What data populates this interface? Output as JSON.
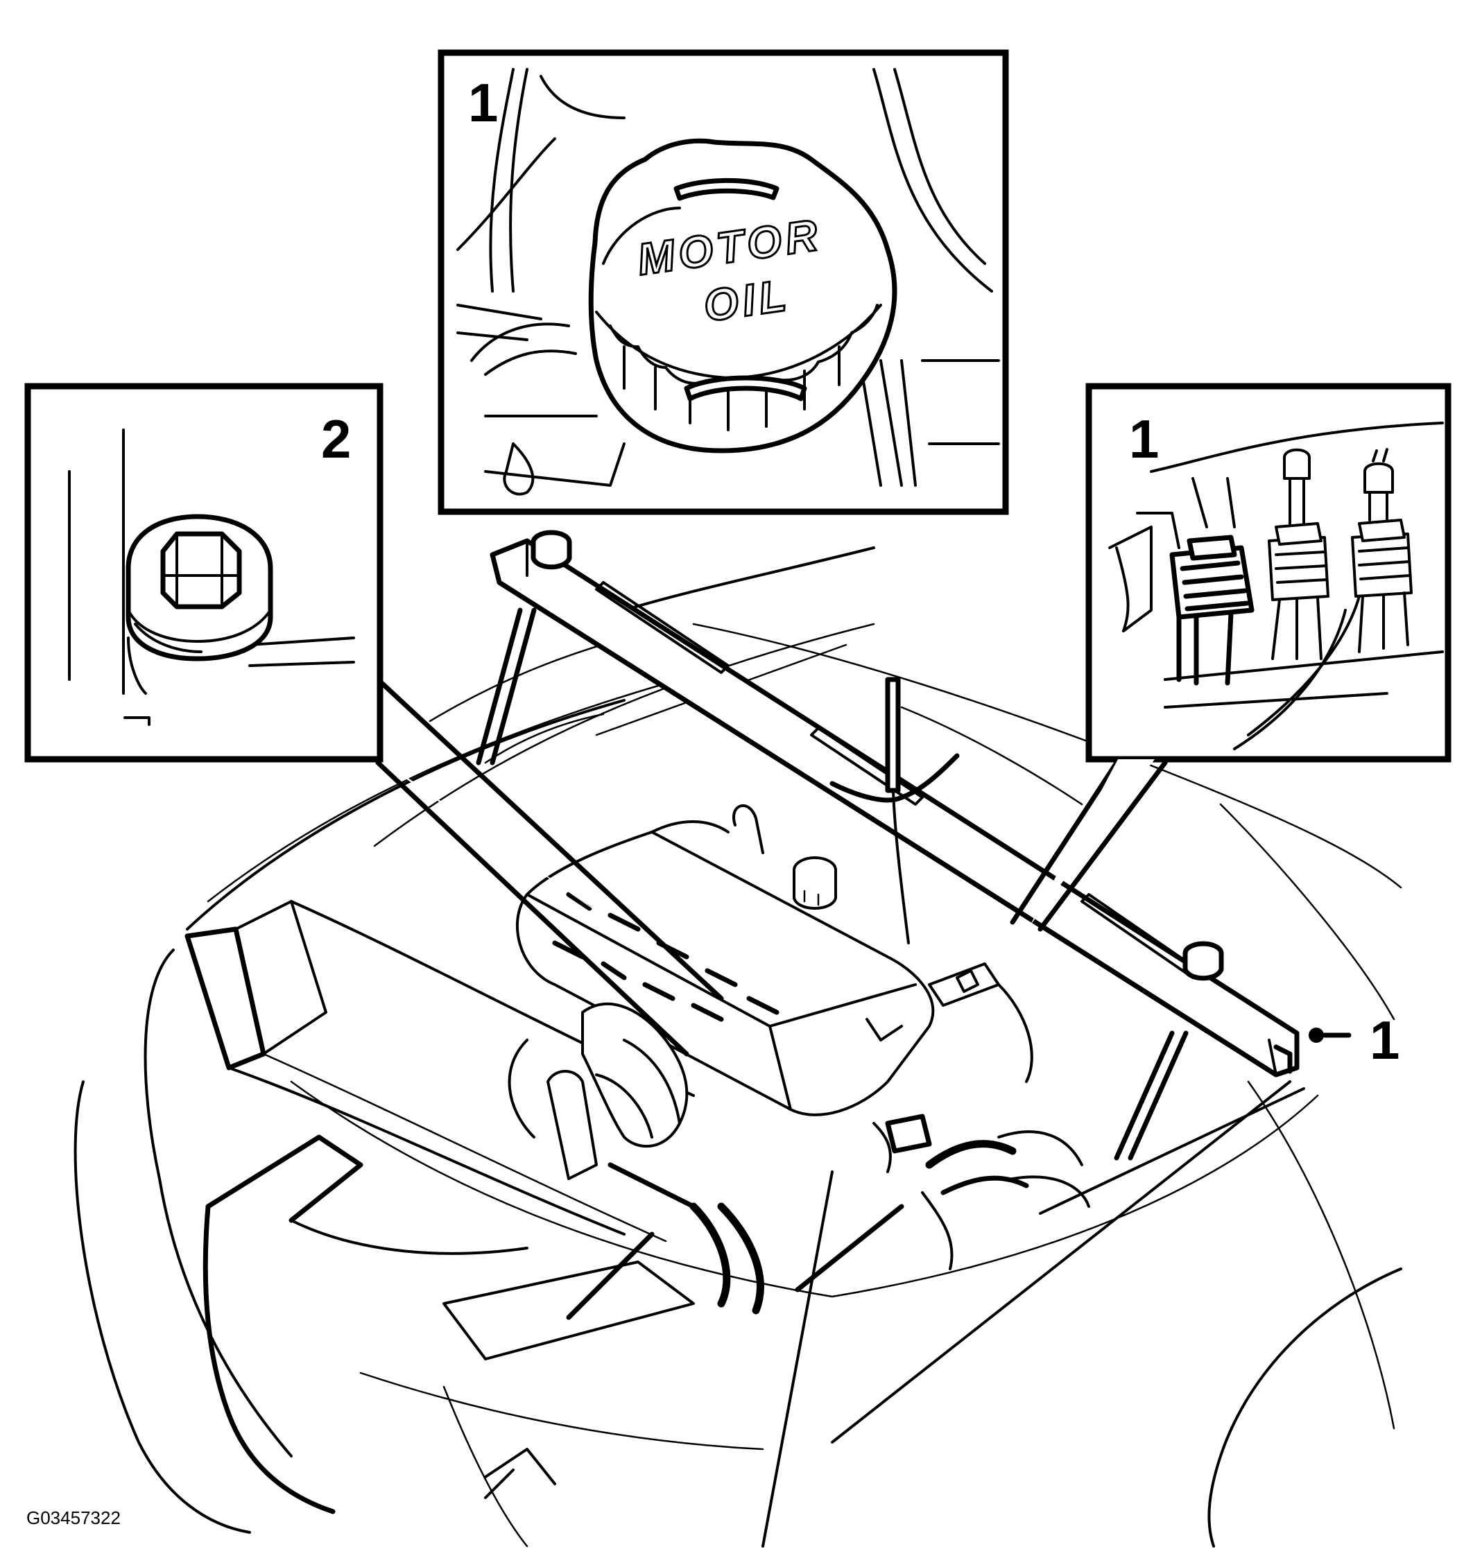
{
  "callouts": {
    "oil_cap_inset": "1",
    "drain_plug_inset": "2",
    "connector_inset": "1",
    "support_bar": "1"
  },
  "oil_cap": {
    "line1": "MOTOR",
    "line2": "OIL"
  },
  "reference_code": "G03457322"
}
